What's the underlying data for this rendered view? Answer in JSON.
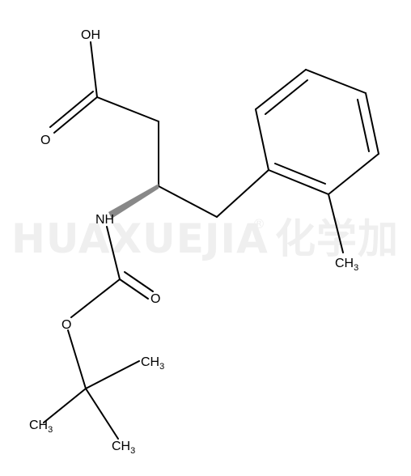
{
  "watermark": {
    "text": "HUAXUEJIA",
    "registered": "®",
    "cjk": "化学加"
  },
  "atoms": {
    "oh": "OH",
    "o_carbonyl_acid": "O",
    "nh": "NH",
    "o_carbonyl_boc": "O",
    "o_ester": "O",
    "ch3_ring": "CH",
    "ch3_ring_sub": "3",
    "ch3_a": "CH",
    "ch3_a_sub": "3",
    "ch3_b": "CH",
    "ch3_b_sub": "3",
    "ch3_c": "CH",
    "ch3_c_sub": "3"
  },
  "colors": {
    "bond": "#000000",
    "wedge": "#888888",
    "watermark": "#efefef"
  }
}
